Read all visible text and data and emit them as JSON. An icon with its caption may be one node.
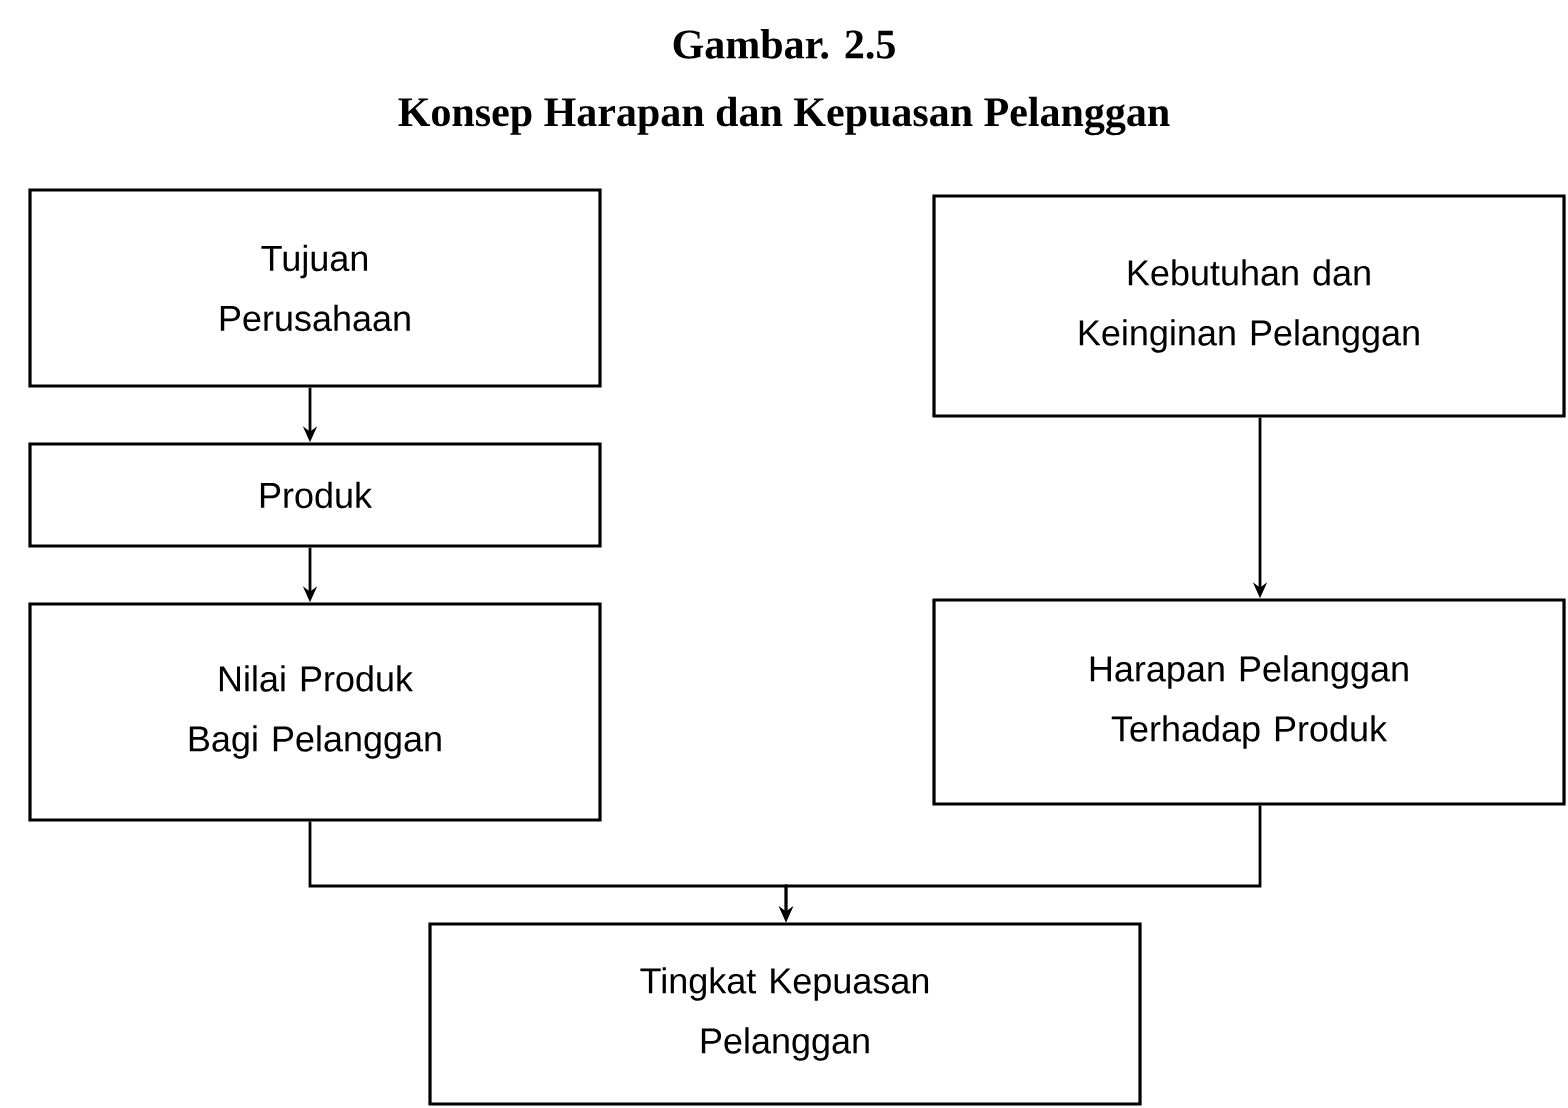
{
  "diagram": {
    "title": "Gambar. 2.5",
    "caption": "Konsep Harapan dan Kepuasan Pelanggan",
    "nodes": [
      {
        "text": [
          "Tujuan Perusahaan"
        ]
      },
      {
        "text": [
          "Produk"
        ]
      },
      {
        "text": [
          "Nilai Produk Bagi Pelanggan"
        ]
      },
      {
        "text": [
          "Kebutuhan dan Keinginan Pelanggan"
        ]
      },
      {
        "text": [
          "Harapan Pelanggan Terhadap Produk"
        ]
      },
      {
        "text": [
          "Tingkat Kepuasan Pelanggan"
        ]
      }
    ],
    "edges": [
      {
        "from": 0,
        "to": 1,
        "arrow": "to"
      },
      {
        "from": 1,
        "to": 2,
        "arrow": "to"
      },
      {
        "from": 3,
        "to": 4,
        "arrow": "to"
      },
      {
        "from": 2,
        "to": 5,
        "arrow": "to"
      },
      {
        "from": 4,
        "to": 5,
        "arrow": "to"
      }
    ]
  }
}
